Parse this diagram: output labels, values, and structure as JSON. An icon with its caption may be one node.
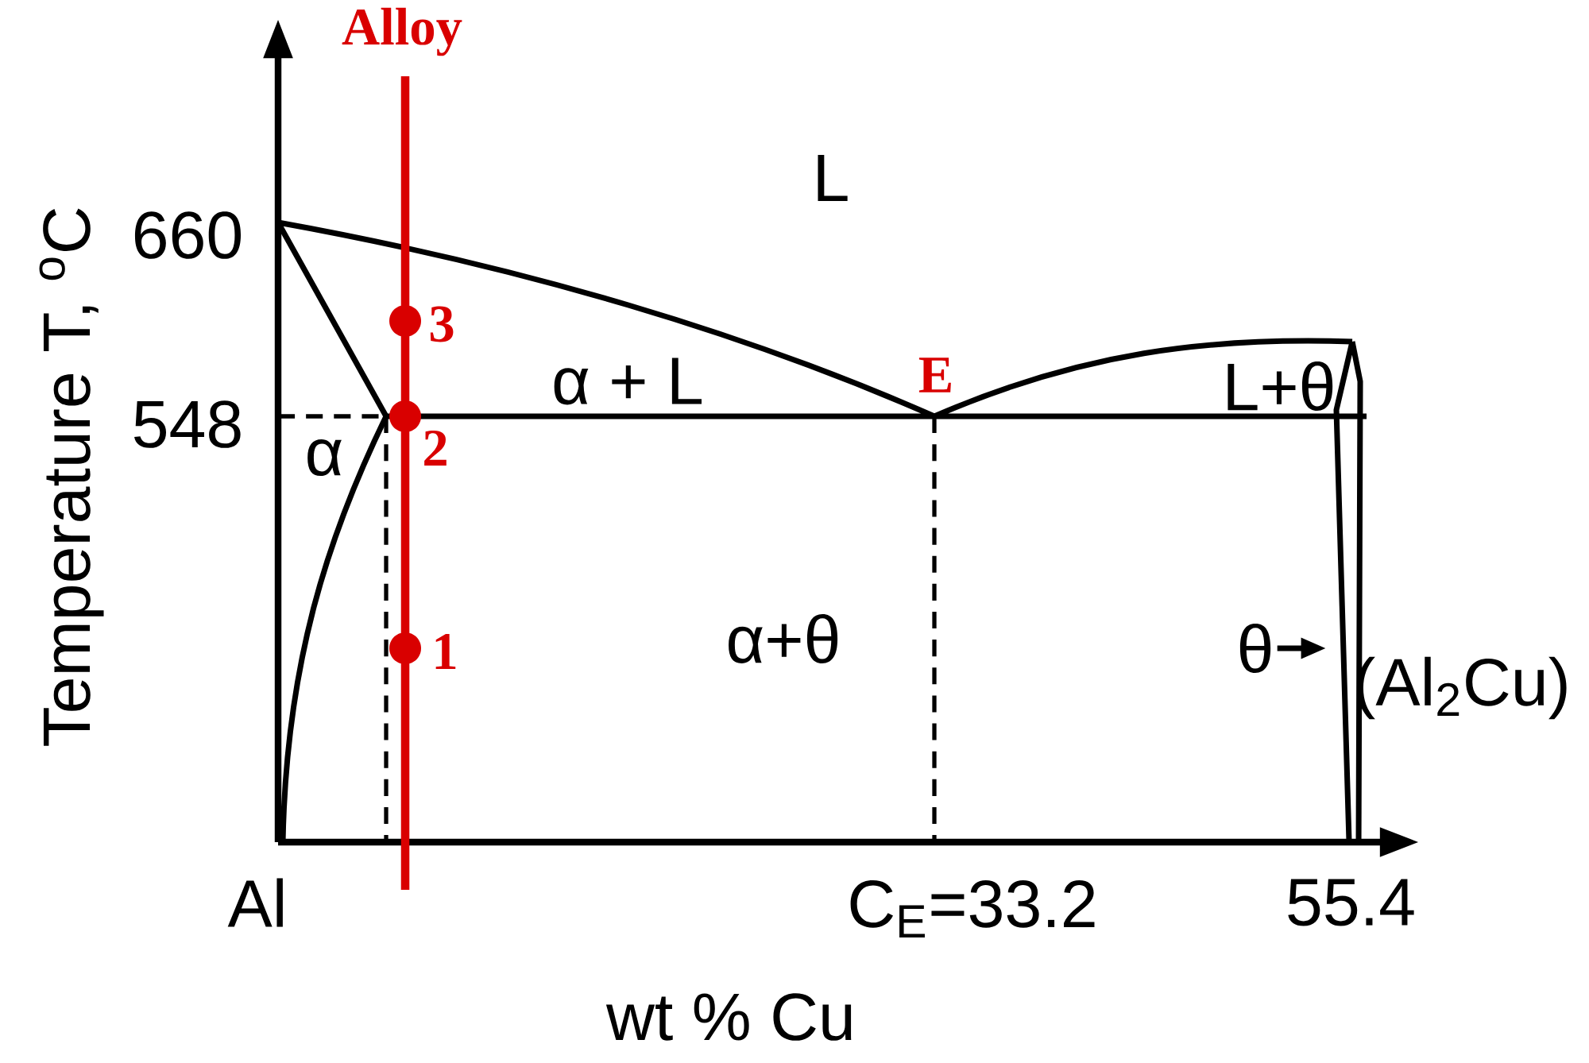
{
  "diagram": {
    "nodes": [
      {
        "text": [
          "θ"
        ]
      },
      {
        "text": [],
        "shape": "bar"
      }
    ],
    "edges": [
      {
        "from": 0,
        "to": 1,
        "arrow": "to"
      }
    ],
    "labels": [
      "Alloy",
      "L",
      "660",
      "3",
      "α + L",
      "E",
      "L+θ",
      "548",
      "α",
      "2",
      "1",
      "α+θ",
      "(Al$_{2}$Cu)",
      "Temperature  T, $^{o}$C",
      "Al",
      "C$_{E}$=33.2",
      "55.4",
      "wt % Cu"
    ]
  }
}
